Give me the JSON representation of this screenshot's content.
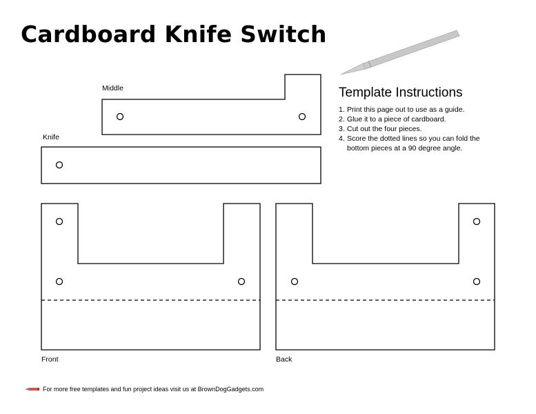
{
  "title": "Cardboard Knife Switch",
  "labels": {
    "middle": "Middle",
    "knife": "Knife",
    "front": "Front",
    "back": "Back"
  },
  "instructions": {
    "heading": "Template Instructions",
    "steps": [
      {
        "num": "1.",
        "text": "Print this page out to use as a guide."
      },
      {
        "num": "2.",
        "text": "Glue it to a piece of cardboard."
      },
      {
        "num": "3.",
        "text": "Cut out the four pieces."
      },
      {
        "num": "4.",
        "text": "Score the dotted lines so you can fold the bottom pieces at a 90 degree angle."
      }
    ]
  },
  "footer": {
    "text": "For more free templates and fun project ideas visit us at BrownDogGadgets.com",
    "icon": "craft-knife-icon"
  },
  "icons": {
    "header_icon": "craft-knife-icon"
  },
  "colors": {
    "knife_handle": "#c8c8c8",
    "pen_red": "#d9534f",
    "line": "#000000"
  }
}
